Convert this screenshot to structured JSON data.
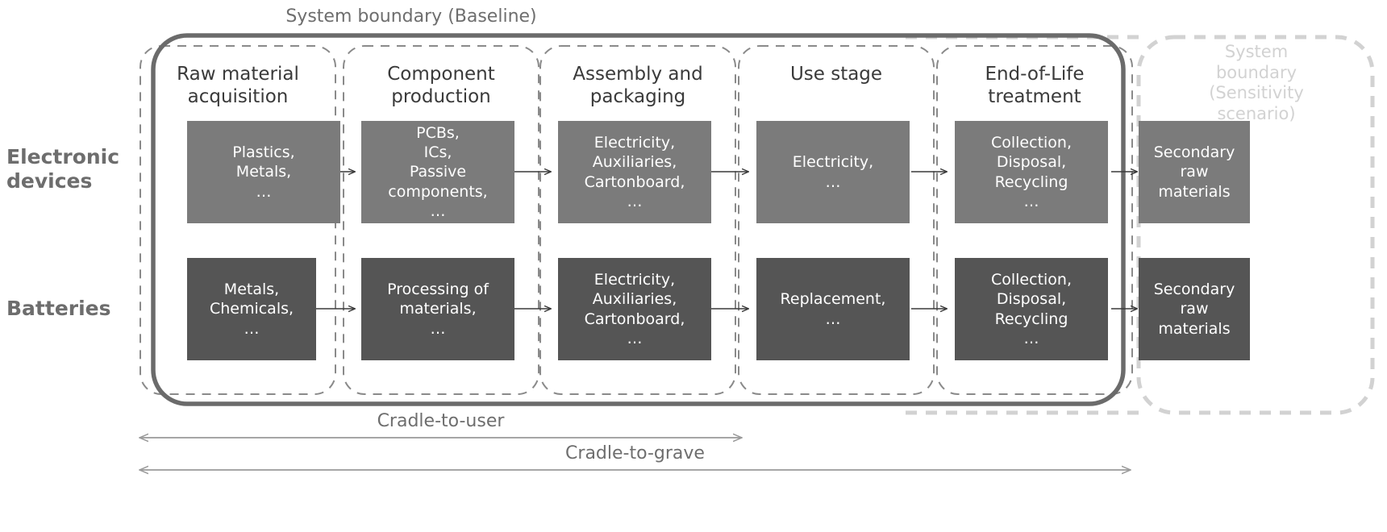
{
  "diagram": {
    "title_baseline": "System boundary (Baseline)",
    "title_sensitivity": "System boundary (Sensitivity scenario)",
    "sensitivity_lines": [
      "System",
      "boundary",
      "(Sensitivity",
      "scenario)"
    ],
    "colors": {
      "baseline_boundary": "#6b6b6b",
      "sensitivity_boundary": "#d2d2d2",
      "stage_dashed": "#8a8a8a",
      "box_light": "#7b7b7b",
      "box_dark": "#555555",
      "arrow": "#3a3a3a",
      "span_arrow": "#9a9a9a",
      "text_dark": "#3a3a3a",
      "text_muted": "#6e6e6e",
      "text_on_box": "#ffffff"
    }
  },
  "stages": [
    {
      "id": "raw-material-acquisition",
      "header_lines": [
        "Raw material",
        "acquisition"
      ]
    },
    {
      "id": "component-production",
      "header_lines": [
        "Component",
        "production"
      ]
    },
    {
      "id": "assembly-and-packaging",
      "header_lines": [
        "Assembly and",
        "packaging"
      ]
    },
    {
      "id": "use-stage",
      "header_lines": [
        "Use stage"
      ]
    },
    {
      "id": "end-of-life-treatment",
      "header_lines": [
        "End-of-Life",
        "treatment"
      ]
    }
  ],
  "rows": [
    {
      "id": "electronic-devices",
      "label_lines": [
        "Electronic",
        "devices"
      ],
      "tone": "light",
      "cells": [
        {
          "lines": [
            "Plastics,",
            "Metals,",
            "…"
          ]
        },
        {
          "lines": [
            "PCBs,",
            "ICs,",
            "Passive",
            "components,",
            "…"
          ]
        },
        {
          "lines": [
            "Electricity,",
            "Auxiliaries,",
            "Cartonboard,",
            "…"
          ]
        },
        {
          "lines": [
            "Electricity,",
            "…"
          ]
        },
        {
          "lines": [
            "Collection,",
            "Disposal,",
            "Recycling",
            "…"
          ]
        }
      ],
      "outside_cell": {
        "lines": [
          "Secondary",
          "raw",
          "materials"
        ]
      }
    },
    {
      "id": "batteries",
      "label_lines": [
        "Batteries"
      ],
      "tone": "dark",
      "cells": [
        {
          "lines": [
            "Metals,",
            "Chemicals,",
            "…"
          ]
        },
        {
          "lines": [
            "Processing of",
            "materials,",
            "…"
          ]
        },
        {
          "lines": [
            "Electricity,",
            "Auxiliaries,",
            "Cartonboard,",
            "…"
          ]
        },
        {
          "lines": [
            "Replacement,",
            "…"
          ]
        },
        {
          "lines": [
            "Collection,",
            "Disposal,",
            "Recycling",
            "…"
          ]
        }
      ],
      "outside_cell": {
        "lines": [
          "Secondary",
          "raw",
          "materials"
        ]
      }
    }
  ],
  "spans": [
    {
      "id": "cradle-to-user",
      "label": "Cradle-to-user"
    },
    {
      "id": "cradle-to-grave",
      "label": "Cradle-to-grave"
    }
  ]
}
